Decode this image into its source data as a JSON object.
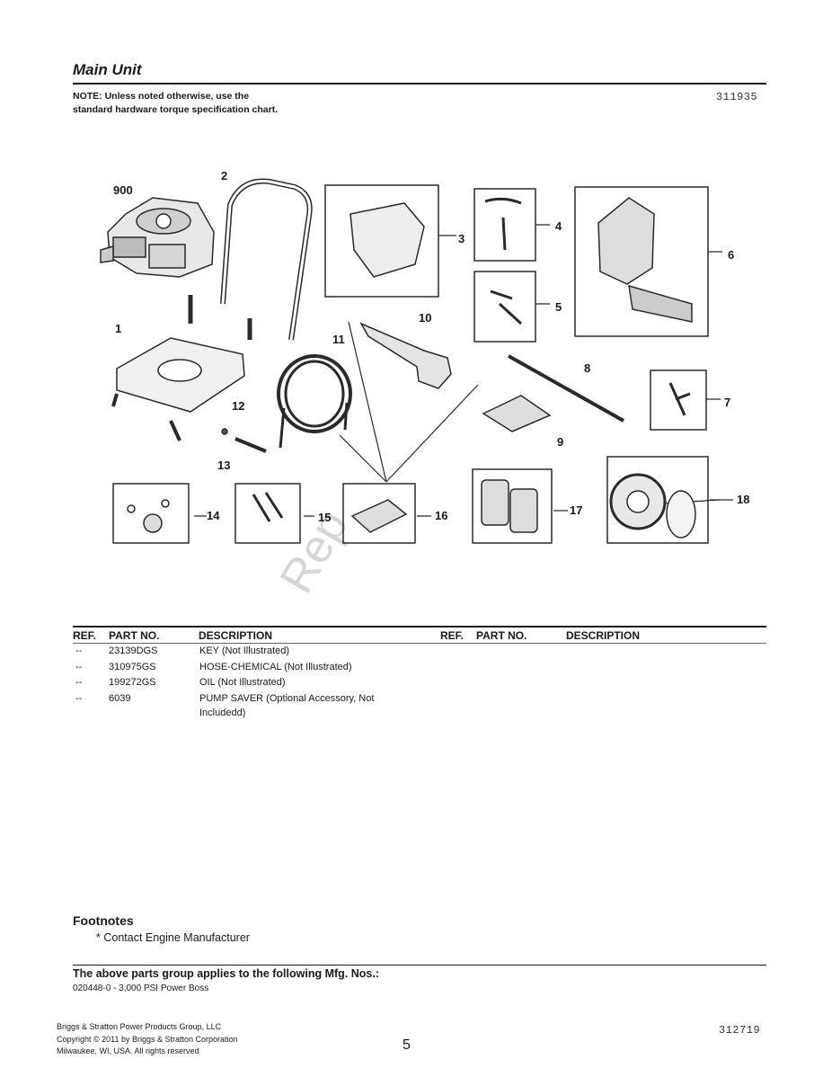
{
  "header": {
    "title": "Main Unit",
    "note": "NOTE: Unless noted otherwise, use the standard hardware torque specification chart.",
    "doc_number": "311935"
  },
  "diagram": {
    "labels": [
      "900",
      "2",
      "3",
      "4",
      "6",
      "5",
      "1",
      "11",
      "10",
      "8",
      "7",
      "12",
      "9",
      "13",
      "14",
      "15",
      "16",
      "17",
      "18"
    ]
  },
  "table": {
    "headers": {
      "ref": "REF.",
      "part_no": "PART NO.",
      "description": "DESCRIPTION",
      "ref2": "REF.",
      "part_no2": "PART NO.",
      "description2": "DESCRIPTION"
    },
    "rows": [
      {
        "ref": "--",
        "part_no": "23139DGS",
        "description": "KEY (Not Illustrated)"
      },
      {
        "ref": "--",
        "part_no": "310975GS",
        "description": "HOSE-CHEMICAL (Not Illustrated)"
      },
      {
        "ref": "--",
        "part_no": "199272GS",
        "description": "OIL (Not Illustrated)"
      },
      {
        "ref": "--",
        "part_no": "6039",
        "description": "PUMP SAVER (Optional Accessory, Not Includedd)"
      }
    ]
  },
  "watermark": "Rep",
  "footnotes": {
    "heading": "Footnotes",
    "items": [
      "* Contact Engine Manufacturer"
    ]
  },
  "mfg": {
    "heading": "The above parts group applies to the following Mfg. Nos.:",
    "item": "020448-0 - 3,000 PSI Power Boss"
  },
  "footer": {
    "copyright_lines": [
      "Briggs & Stratton Power Products Group, LLC",
      "Copyright © 2011 by Briggs & Stratton Corporation",
      "Milwaukee, WI, USA. All rights reserved"
    ],
    "page_number": "5",
    "doc_number": "312719"
  }
}
